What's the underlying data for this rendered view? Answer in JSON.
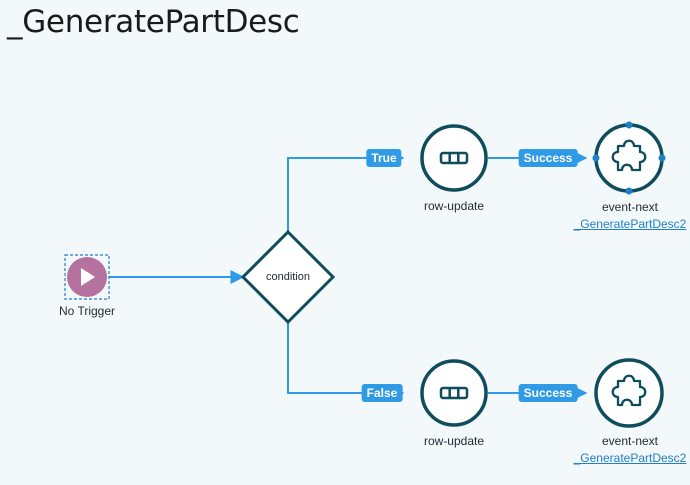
{
  "page": {
    "title": "_GeneratePartDesc"
  },
  "nodes": {
    "trigger": {
      "label": "No Trigger"
    },
    "condition": {
      "label": "condition"
    },
    "true_branch": {
      "edge_label": "True",
      "action": {
        "label": "row-update"
      },
      "success_label": "Success",
      "event": {
        "label": "event-next",
        "link": "_GeneratePartDesc2"
      }
    },
    "false_branch": {
      "edge_label": "False",
      "action": {
        "label": "row-update"
      },
      "success_label": "Success",
      "event": {
        "label": "event-next",
        "link": "_GeneratePartDesc2"
      }
    }
  },
  "colors": {
    "edge": "#2f9ae6",
    "node_stroke": "#0f4c5c",
    "trigger_fill": "#b5729f",
    "selection": "#1f7fc9",
    "background": "#f3f8fb"
  },
  "icons": {
    "trigger": "play-icon",
    "action": "table-row-icon",
    "event": "puzzle-piece-icon"
  }
}
